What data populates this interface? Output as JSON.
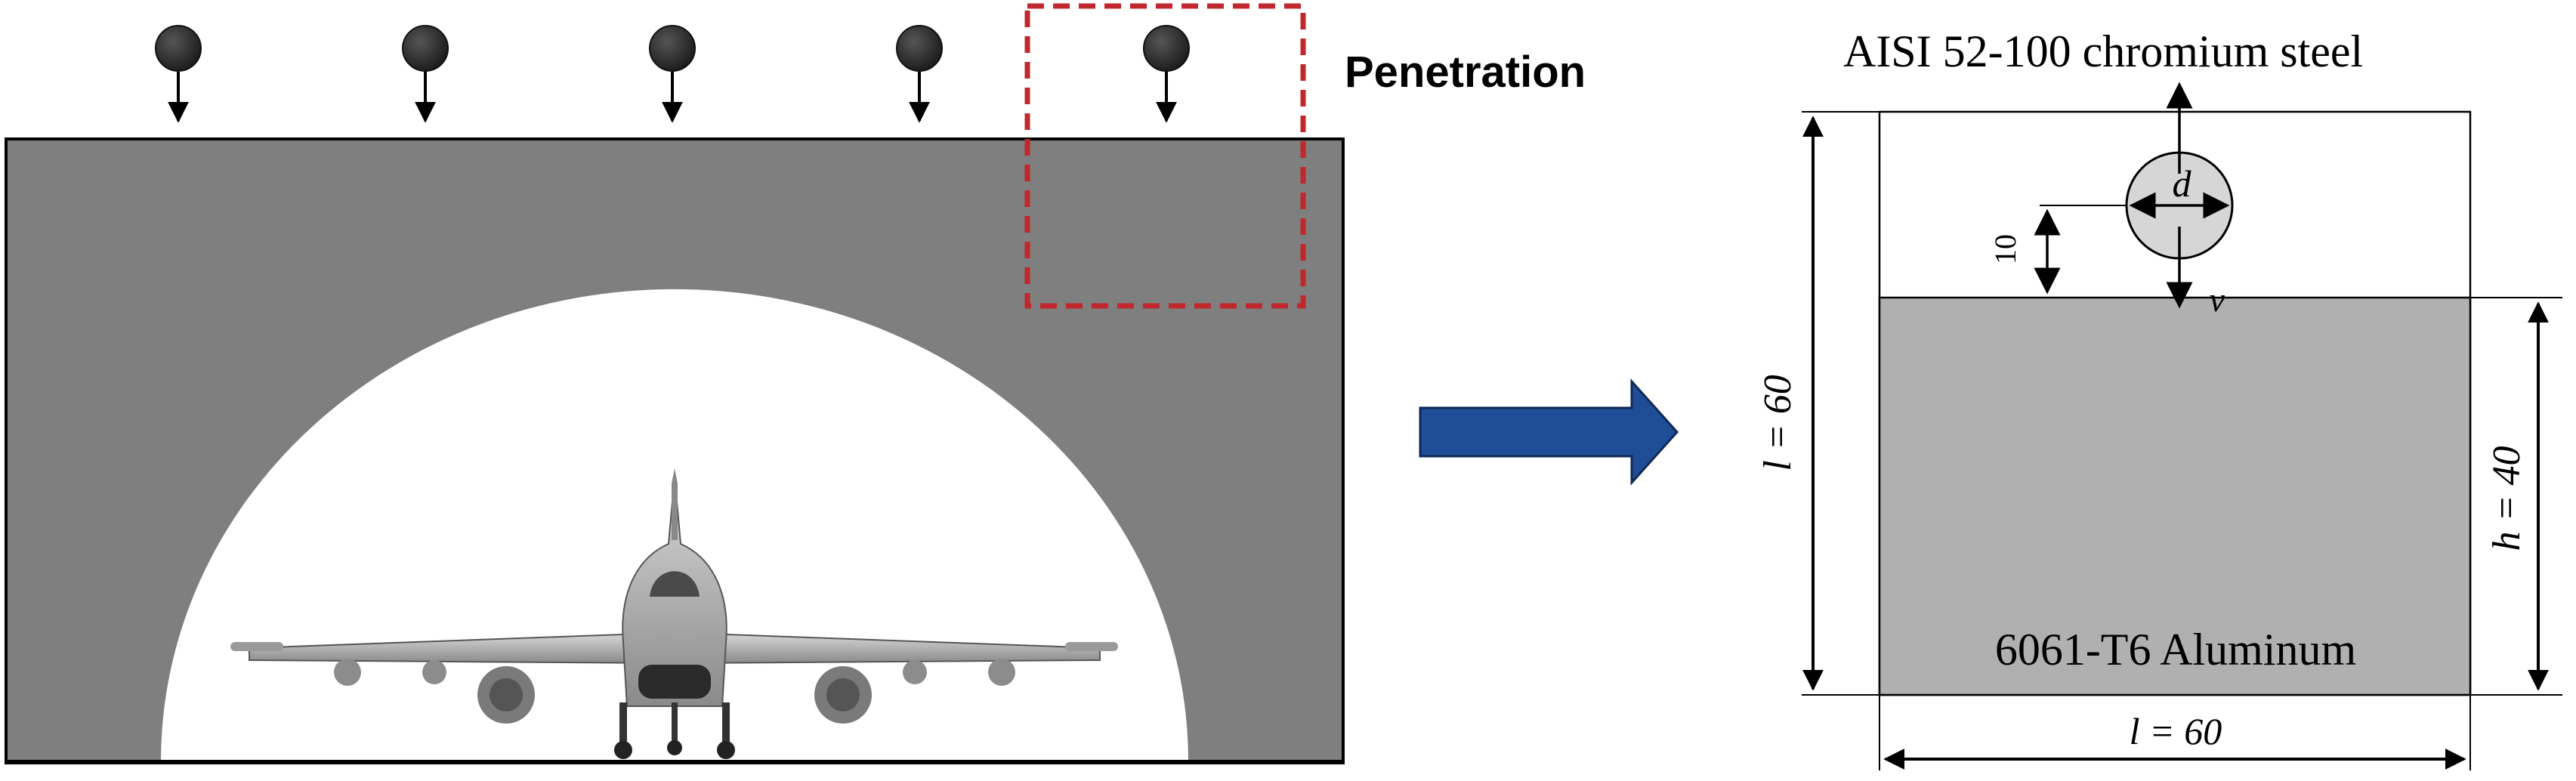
{
  "left_panel": {
    "penetration_label": "Penetration",
    "projectile_count": 5
  },
  "right_panel": {
    "projectile_material": "AISI 52-100 chromium steel",
    "target_material": "6061-T6 Aluminum",
    "diameter_label": "d",
    "velocity_label": "v",
    "gap_label": "10",
    "length_left_label": "l = 60",
    "height_label": "h = 40",
    "length_bottom_label": "l = 60"
  },
  "colors": {
    "shelter": "#7f7f7f",
    "target_block": "#b0b0b0",
    "sphere": "#d6d6d6",
    "projectile": "#2b2b2b",
    "highlight_box": "#c0282d",
    "transition_arrow": "#1f4e96"
  }
}
